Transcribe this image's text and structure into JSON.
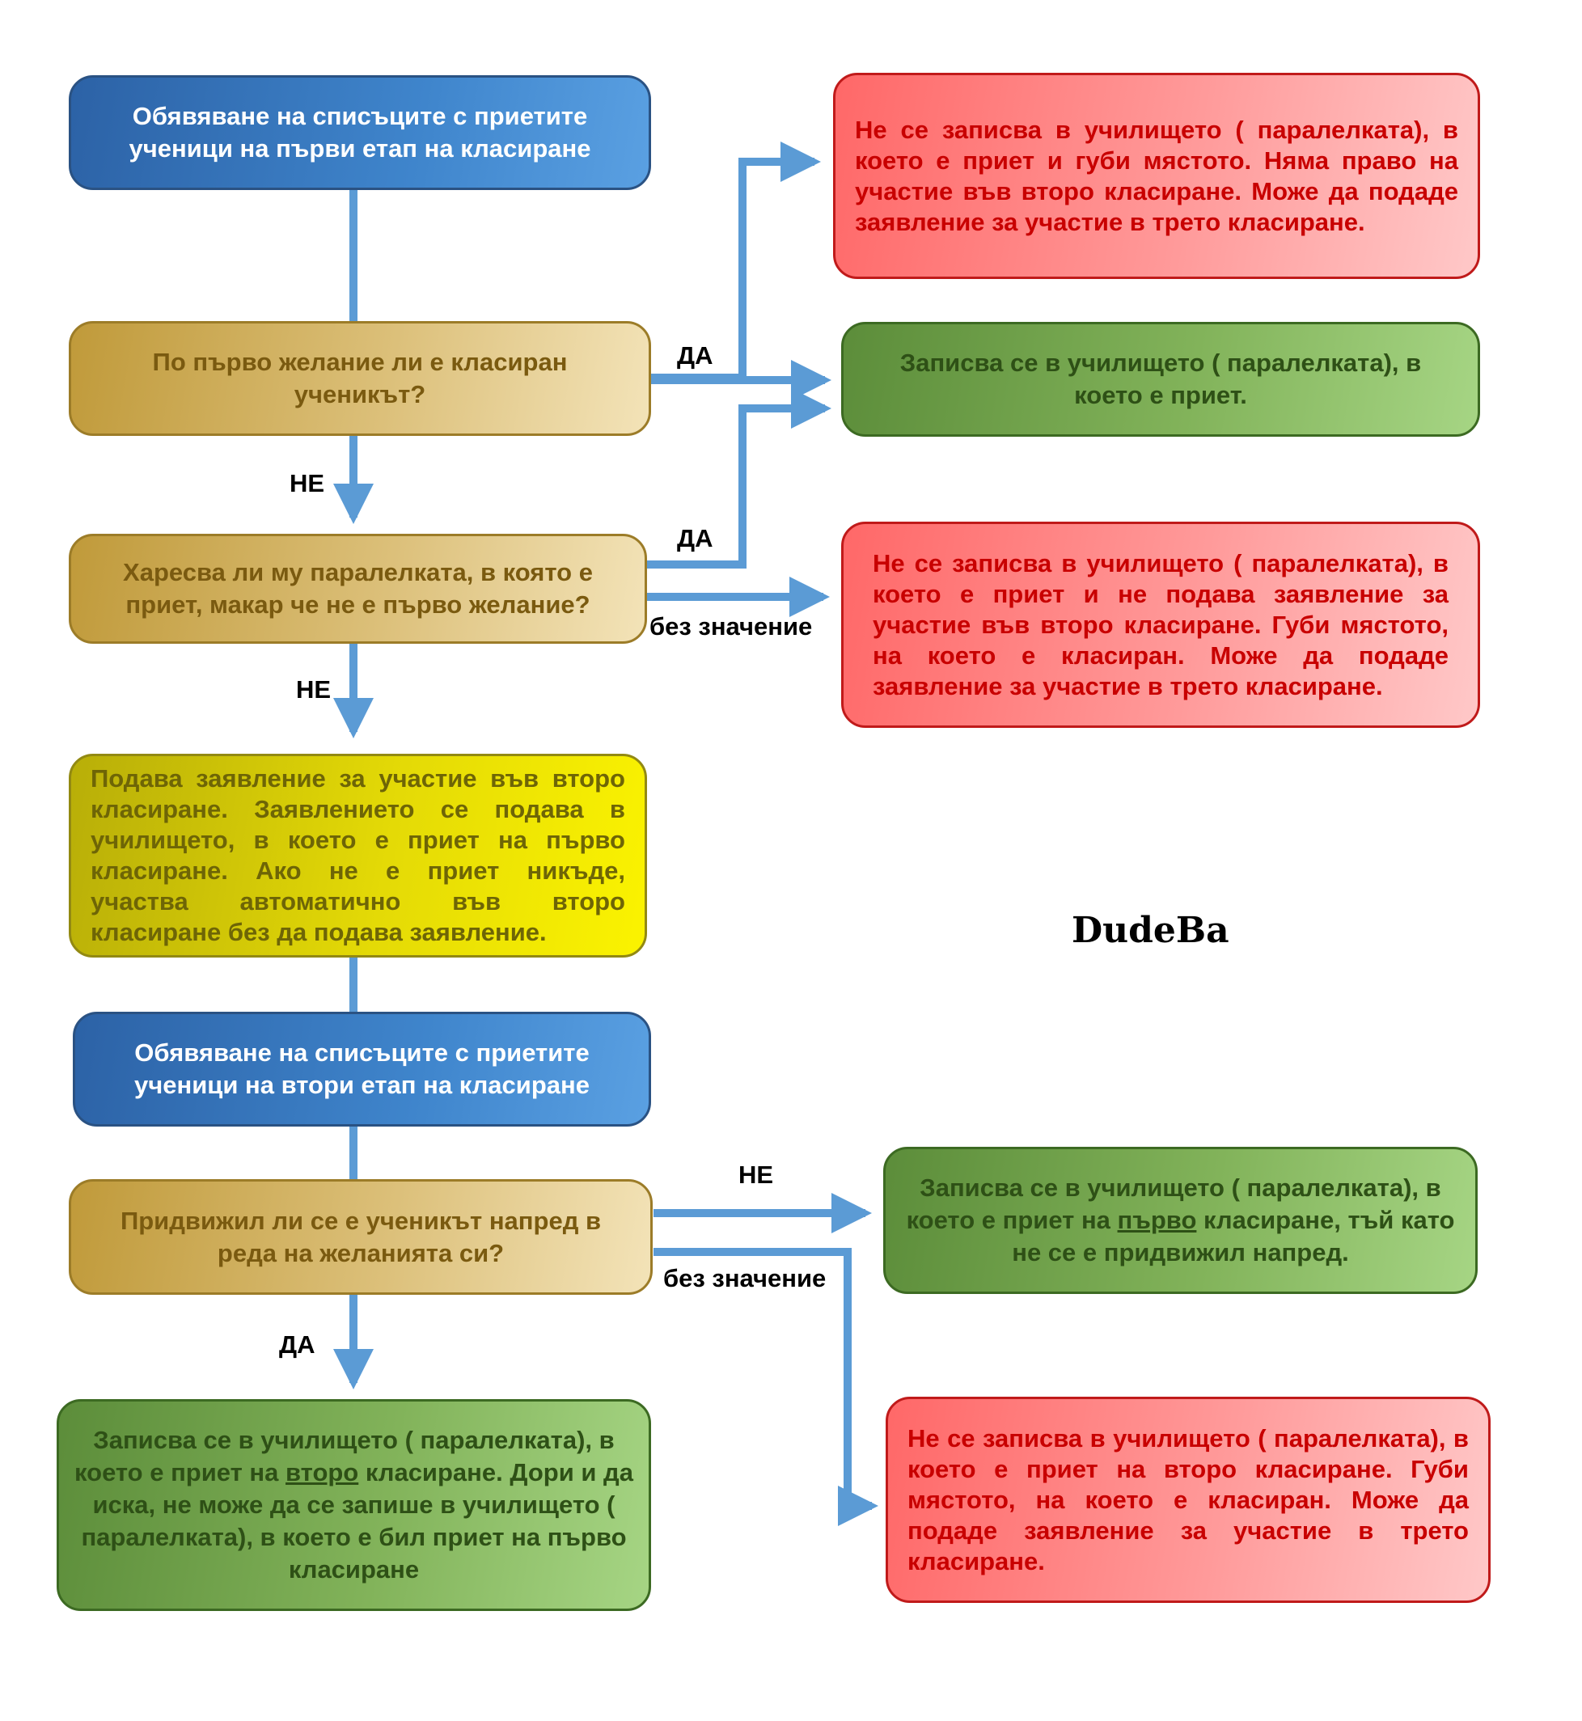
{
  "colors": {
    "arrow": "#5b9bd5",
    "blue_box": "#3f85cc",
    "tan_box": "#dcc07a",
    "yellow_box": "#e4da06",
    "green_box": "#82b35a",
    "red_box": "#ff9a9a",
    "red_text": "#c80000"
  },
  "nodes": {
    "announce1": {
      "text": "Обявяване на списъците с приетите ученици на първи етап на класиране"
    },
    "q_first_wish": {
      "text": "По първо желание ли е класиран ученикът?"
    },
    "q_likes_class": {
      "text": "Харесва ли му паралелката, в която е приет, макар че не е първо желание?"
    },
    "apply_second": {
      "text": "Подава заявление за участие във второ класиране. Заявлението се подава в училището, в което е приет на първо класиране. Ако не е приет никъде, участва автоматично във второ класиране без да подава заявление."
    },
    "announce2": {
      "text": "Обявяване на списъците с приетите ученици на втори етап на класиране"
    },
    "q_moved_forward": {
      "text": "Придвижил ли се е ученикът напред в реда на желанията си?"
    },
    "enroll_second": {
      "before": "Записва се в училището ( паралелката), в което е приет на ",
      "underlined": "второ",
      "after": " класиране. Дори и да иска, не може да се запише в училището ( паралелката), в което е бил приет на първо класиране"
    },
    "red_top": {
      "text": "Не се записва в училището ( паралелката), в което е приет и губи мястото. Няма право на участие във второ класиране. Може да подаде заявление за участие в трето класиране."
    },
    "green_enroll": {
      "text": "Записва се в училището ( паралелката), в което е приет."
    },
    "red_mid": {
      "text": "Не се записва в училището ( паралелката), в което е приет и не подава заявление за участие във второ класиране. Губи мястото, на което е класиран. Може да подаде заявление за участие в трето класиране."
    },
    "green_enroll_first": {
      "before": "Записва се в училището ( паралелката), в което е приет на ",
      "underlined": "първо",
      "after": " класиране, тъй като не се е придвижил напред."
    },
    "red_bottom": {
      "text": "Не се записва в училището ( паралелката), в което е приет на второ класиране. Губи мястото, на което е класиран. Може да подаде заявление за участие в трето класиране."
    }
  },
  "labels": {
    "yes1": "ДА",
    "no1": "НЕ",
    "yes2": "ДА",
    "irrelevant1": "без значение",
    "no2": "НЕ",
    "no3": "НЕ",
    "irrelevant2": "без значение",
    "yes3": "ДА"
  },
  "signature": "DudeBa"
}
